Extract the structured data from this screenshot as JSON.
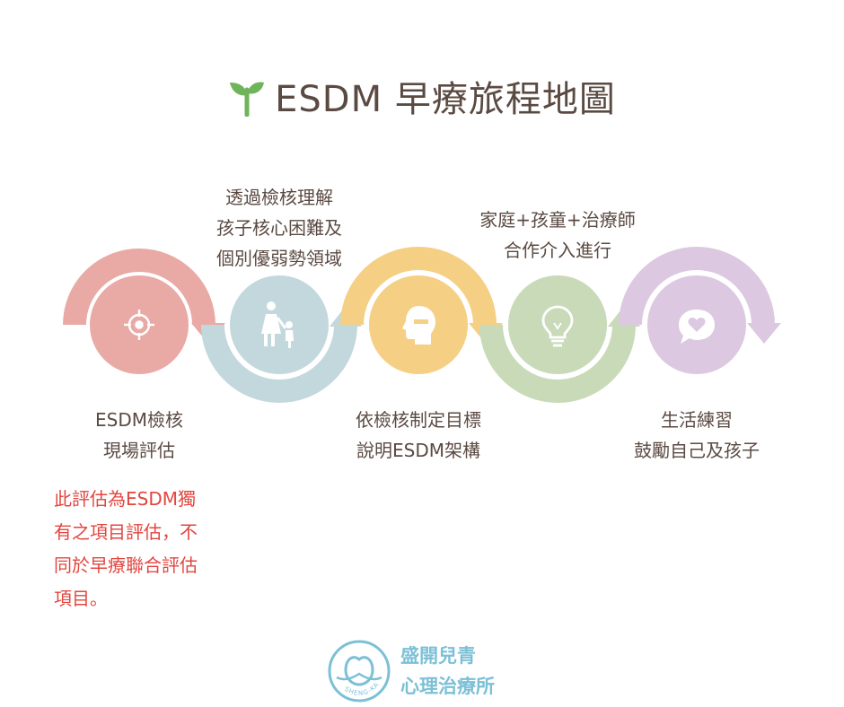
{
  "title": "ESDM 早療旅程地圖",
  "steps": [
    {
      "label_lines": [
        "ESDM檢核",
        "現場評估"
      ],
      "icon": "target-icon",
      "color": "#e9aaa6"
    },
    {
      "label_lines": [
        "透過檢核理解",
        "孩子核心困難及",
        "個別優弱勢領域"
      ],
      "icon": "parent-child-icon",
      "color": "#c3d8dd"
    },
    {
      "label_lines": [
        "依檢核制定目標",
        "說明ESDM架構"
      ],
      "icon": "head-minus-icon",
      "color": "#f5cf84"
    },
    {
      "label_lines": [
        "家庭+孩童+治療師",
        "合作介入進行"
      ],
      "icon": "lightbulb-icon",
      "color": "#c8dab8"
    },
    {
      "label_lines": [
        "生活練習",
        "鼓勵自己及孩子"
      ],
      "icon": "heart-chat-icon",
      "color": "#dcc9e1"
    }
  ],
  "note_lines": [
    "此評估為ESDM獨",
    "有之項目評估，不",
    "同於早療聯合評估",
    "項目。"
  ],
  "note_color": "#e3453f",
  "brand": {
    "name_line1": "盛開兒青",
    "name_line2": "心理治療所",
    "logo_text": "SHENG-KAI",
    "color": "#7cc0d6"
  }
}
